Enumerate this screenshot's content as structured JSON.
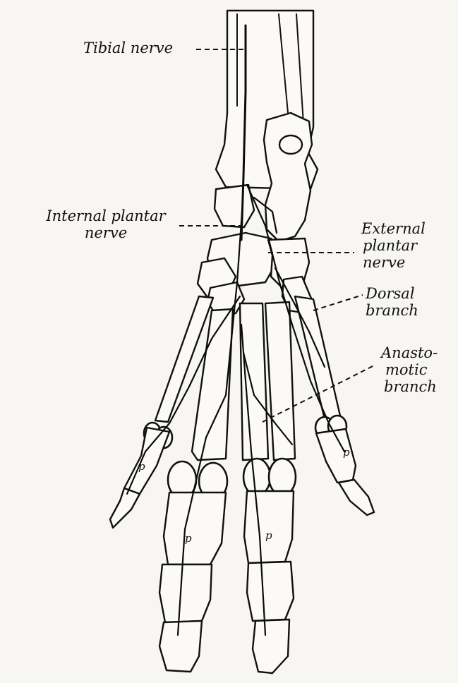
{
  "labels": {
    "tibial_nerve": "Tibial nerve",
    "internal_plantar_nerve": [
      "Internal plantar",
      "nerve"
    ],
    "external_plantar_nerve": [
      "External",
      "plantar",
      "nerve"
    ],
    "dorsal_branch": [
      "Dorsal",
      "branch"
    ],
    "anastomotic_branch": [
      "Anasto-",
      "motic",
      "branch"
    ]
  },
  "bone_marks": {
    "left_digit": "p",
    "inner_left_digit": "p",
    "inner_right_digit": "p",
    "right_digit": "p"
  }
}
